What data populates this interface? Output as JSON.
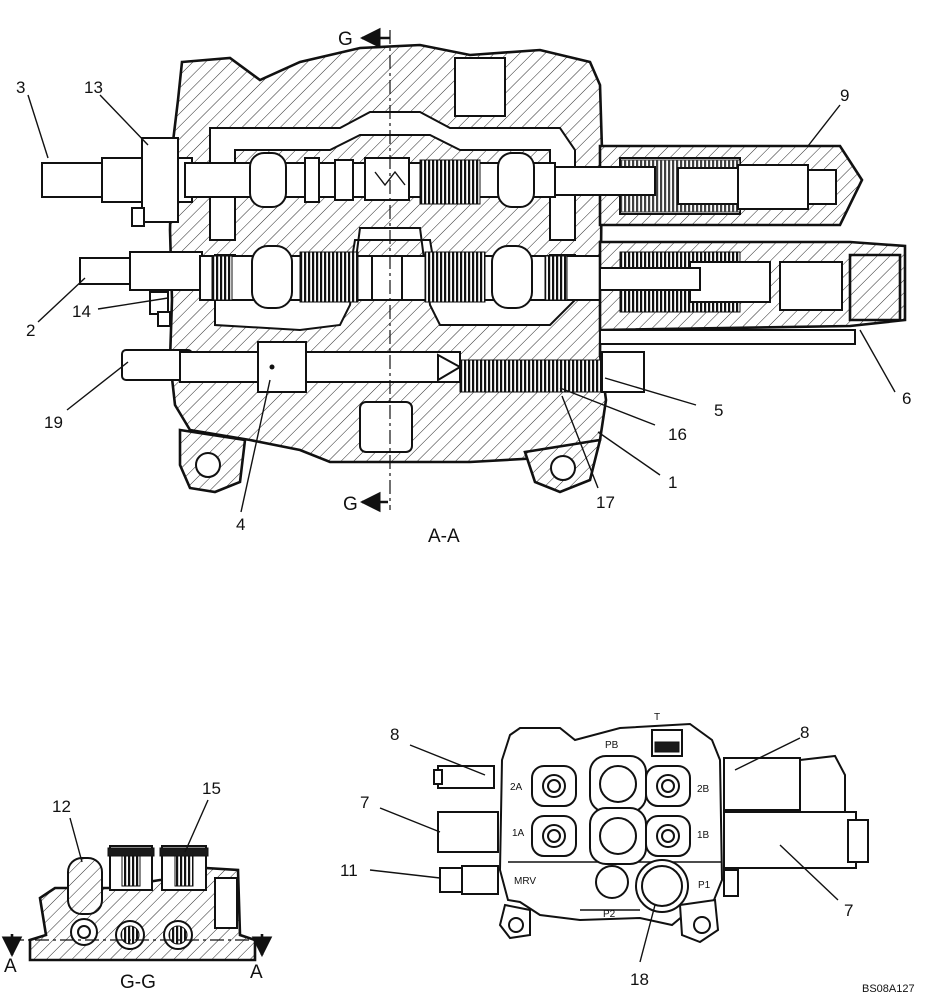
{
  "section_aa": {
    "title": "A-A",
    "cut_label_top": "G",
    "cut_label_bottom": "G"
  },
  "section_gg": {
    "title": "G-G",
    "cut_label_left": "A",
    "cut_label_right": "A"
  },
  "callouts": {
    "c1": "1",
    "c2": "2",
    "c3": "3",
    "c4": "4",
    "c5": "5",
    "c6": "6",
    "c7a": "7",
    "c7b": "7",
    "c8a": "8",
    "c8b": "8",
    "c9": "9",
    "c11": "11",
    "c12": "12",
    "c13": "13",
    "c14": "14",
    "c15": "15",
    "c16": "16",
    "c17": "17",
    "c18": "18",
    "c19": "19"
  },
  "ports": {
    "t": "T",
    "pb": "PB",
    "p2a": "2A",
    "p2b": "2B",
    "p1a": "1A",
    "p1b": "1B",
    "mrv": "MRV",
    "p1": "P1",
    "p2": "P2"
  },
  "reference_code": "BS08A127"
}
